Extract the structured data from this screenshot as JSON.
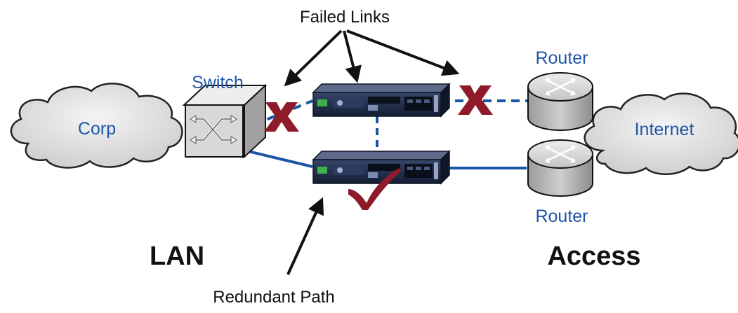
{
  "labels": {
    "failed_links": "Failed Links",
    "redundant_path": "Redundant Path",
    "switch": "Switch",
    "router_top": "Router",
    "router_bottom": "Router",
    "corp": "Corp",
    "internet": "Internet",
    "lan": "LAN",
    "access": "Access"
  },
  "colors": {
    "link_blue": "#1a56a6",
    "fail_mark": "#8e1a2a",
    "ok_mark": "#8e1a2a",
    "label_blue": "#1f56a8",
    "device_body": "#1b2742",
    "cloud_fill": "#e4e4e4"
  },
  "icons": {
    "switch": "network-switch-icon",
    "router": "router-icon",
    "appliance": "rack-appliance-icon",
    "cloud": "cloud-icon",
    "fail": "x-mark-icon",
    "ok": "checkmark-icon"
  }
}
